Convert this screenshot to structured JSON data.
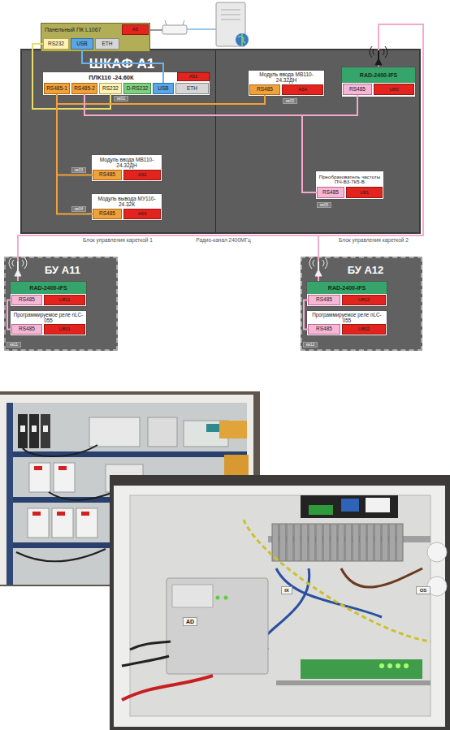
{
  "diagram": {
    "nodes": [
      {
        "text": [
          "Панельный ПК L1067"
        ]
      },
      {
        "text": [
          "A5"
        ],
        "in": 0
      },
      {
        "text": [
          "RS232"
        ],
        "in": 0
      },
      {
        "text": [
          "USB"
        ],
        "in": 0
      },
      {
        "text": [
          "ETH"
        ],
        "in": 0
      },
      {
        "text": [
          "ШКАФ А1"
        ]
      },
      {
        "text": [
          "ПЛК110 -24.60К"
        ],
        "in": 5
      },
      {
        "text": [
          "A51"
        ],
        "in": 6
      },
      {
        "text": [
          "RS485-1"
        ],
        "in": 6
      },
      {
        "text": [
          "RS485-2"
        ],
        "in": 6
      },
      {
        "text": [
          "RS232"
        ],
        "in": 6
      },
      {
        "text": [
          "D-RS232"
        ],
        "in": 6
      },
      {
        "text": [
          "USB"
        ],
        "in": 6
      },
      {
        "text": [
          "ETH"
        ],
        "in": 6
      },
      {
        "text": [
          "Модуль ввода МВ110-24.32ДН"
        ],
        "in": 5
      },
      {
        "text": [
          "RS485"
        ],
        "in": 14
      },
      {
        "text": [
          "A54"
        ],
        "in": 14
      },
      {
        "text": [
          "RAD-2400-IFS"
        ],
        "in": 5
      },
      {
        "text": [
          "RS485"
        ],
        "in": 17
      },
      {
        "text": [
          "U80"
        ],
        "in": 17
      },
      {
        "text": [
          "Модуль ввода МВ110-24.32ДН"
        ],
        "in": 5
      },
      {
        "text": [
          "RS485"
        ],
        "in": 20
      },
      {
        "text": [
          "A52"
        ],
        "in": 20
      },
      {
        "text": [
          "Модуль вывода МУ110-24.32К"
        ],
        "in": 5
      },
      {
        "text": [
          "RS485"
        ],
        "in": 23
      },
      {
        "text": [
          "A53"
        ],
        "in": 23
      },
      {
        "text": [
          "Преобразователь частоты ПЧ-В3-7К5-В"
        ],
        "in": 5
      },
      {
        "text": [
          "RS485"
        ],
        "in": 26
      },
      {
        "text": [
          "U81"
        ],
        "in": 26
      },
      {
        "text": [
          "БУ А11"
        ]
      },
      {
        "text": [
          "RAD-2400-IFS"
        ],
        "in": 29
      },
      {
        "text": [
          "RS485"
        ],
        "in": 30
      },
      {
        "text": [
          "U811"
        ],
        "in": 30
      },
      {
        "text": [
          "Программируемое реле nLC-055"
        ],
        "in": 29
      },
      {
        "text": [
          "RS485"
        ],
        "in": 33
      },
      {
        "text": [
          "U801"
        ],
        "in": 33
      },
      {
        "text": [
          "БУ А12"
        ]
      },
      {
        "text": [
          "RAD-2400-IFS"
        ],
        "in": 36
      },
      {
        "text": [
          "RS485"
        ],
        "in": 37
      },
      {
        "text": [
          "U812"
        ],
        "in": 37
      },
      {
        "text": [
          "Программируемое реле nLC-055"
        ],
        "in": 36
      },
      {
        "text": [
          "RS485"
        ],
        "in": 40
      },
      {
        "text": [
          "U802"
        ],
        "in": 40
      }
    ],
    "edges": [
      {
        "from": 2,
        "to": 10,
        "arrow": "none"
      },
      {
        "from": 3,
        "to": 12,
        "arrow": "none"
      },
      {
        "from": 8,
        "to": 21,
        "arrow": "none"
      },
      {
        "from": 8,
        "to": 24,
        "arrow": "none"
      },
      {
        "from": 8,
        "to": 15,
        "arrow": "none"
      },
      {
        "from": 9,
        "to": 18,
        "arrow": "none"
      },
      {
        "from": 9,
        "to": 27,
        "arrow": "none"
      },
      {
        "from": 17,
        "to": 30,
        "arrow": "none"
      },
      {
        "from": 17,
        "to": 37,
        "arrow": "none"
      },
      {
        "from": 31,
        "to": 34,
        "arrow": "none"
      },
      {
        "from": 38,
        "to": 41,
        "arrow": "none"
      }
    ],
    "labels": [
      "кв01",
      "кв02",
      "кв03",
      "кв04",
      "кв05",
      "Блок управления кареткой 1",
      "Радио-канал 2400МГц",
      "Блок управления кареткой 2",
      "кв11",
      "кв12",
      "AD",
      "IX",
      "OS"
    ]
  }
}
